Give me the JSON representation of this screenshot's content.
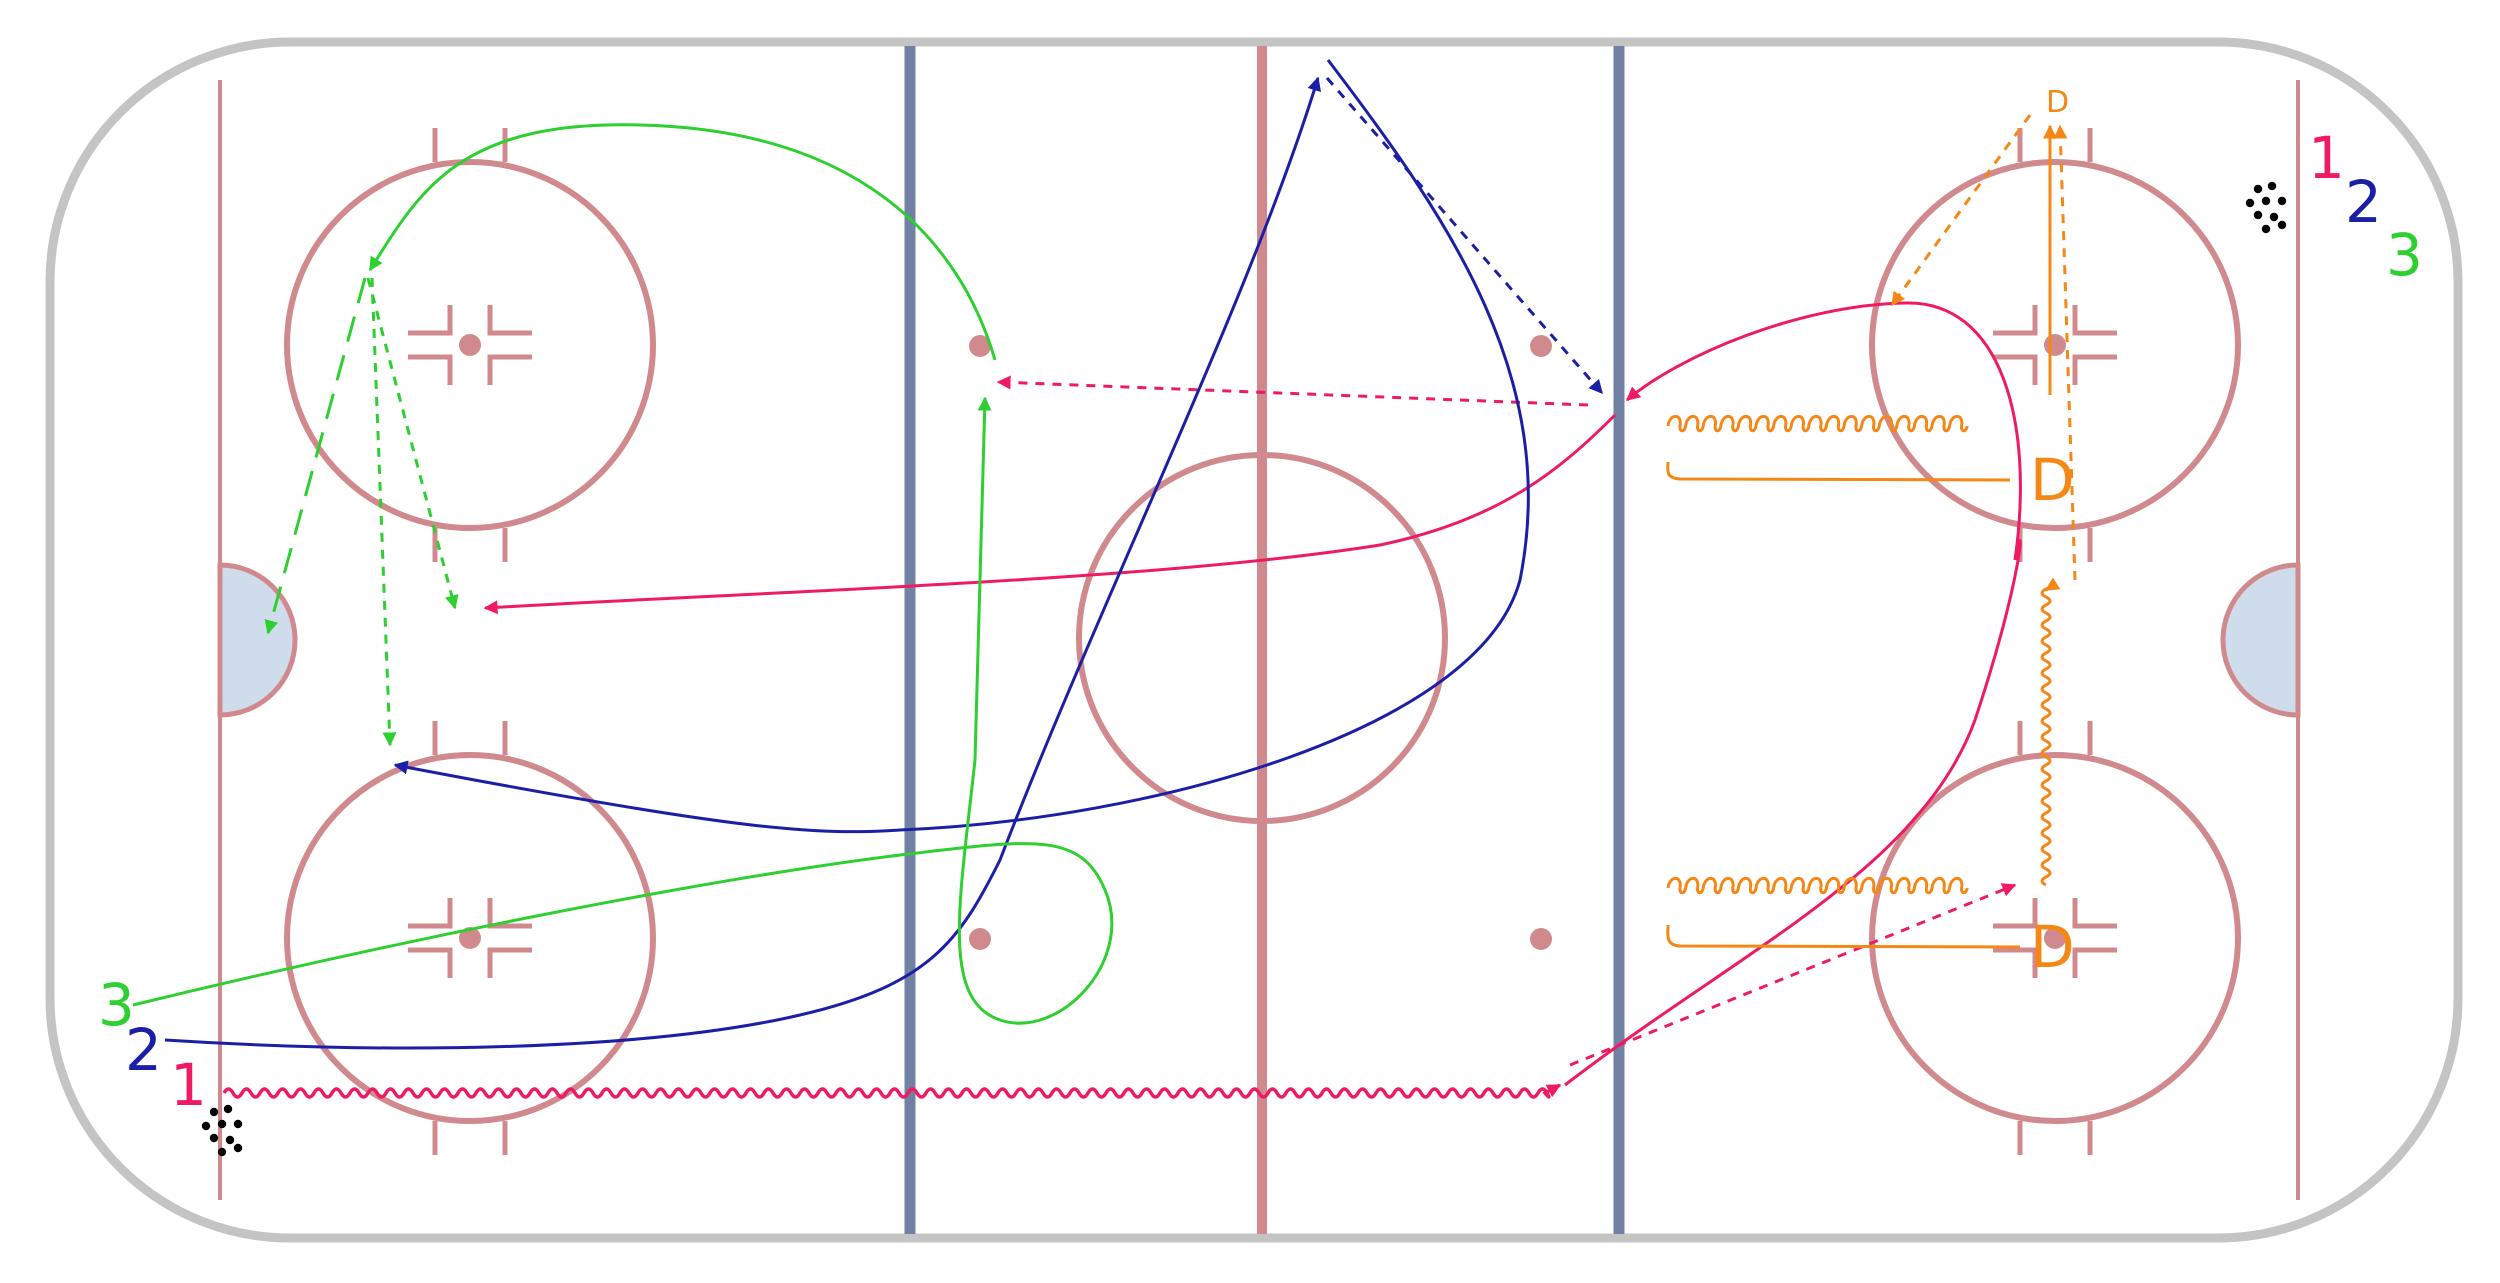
{
  "colors": {
    "board": "#c4c4c4",
    "markings": "#d08a8e",
    "blue_line": "#7181a3",
    "crease_fill": "#cfdcec",
    "pink": "#ee1b64",
    "blue": "#1b1fa6",
    "green": "#2ecf30",
    "orange": "#f58716",
    "puck": "#000000"
  },
  "labels": {
    "left_1": "1",
    "left_2": "2",
    "left_3": "3",
    "right_1": "1",
    "right_2": "2",
    "right_3": "3",
    "d_top_small": "D",
    "d_upper": "D",
    "d_lower": "D"
  },
  "icons": {
    "puck_pile": "puck-pile-icon",
    "arrowhead": "arrowhead-icon"
  }
}
